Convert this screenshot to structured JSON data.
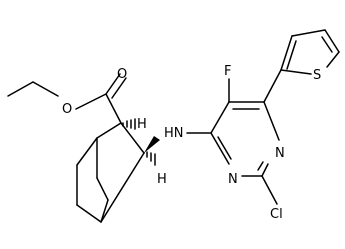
{
  "atoms": {
    "ester_oxygen": "O",
    "carbonyl_oxygen": "O",
    "hydrogen_top": "H",
    "hydrogen_bottom": "H",
    "amine": "HN",
    "fluorine": "F",
    "nitrogen_ring_upper": "N",
    "nitrogen_ring_lower": "N",
    "chlorine": "Cl",
    "sulfur": "S"
  }
}
